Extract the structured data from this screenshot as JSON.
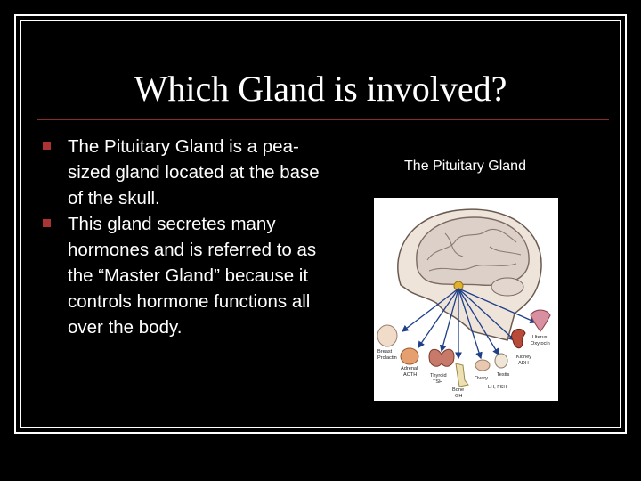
{
  "slide": {
    "title": "Which Gland is involved?",
    "bullets": [
      "The Pituitary Gland is a pea- sized gland located at the base of the skull.",
      "This gland secretes many hormones and is referred to as the “Master Gland” because it controls hormone functions all over the body."
    ],
    "figure": {
      "caption": "The Pituitary Gland",
      "labels": {
        "breast": [
          "Breast",
          "Prolactin"
        ],
        "adrenal": [
          "Adrenal",
          "ACTH"
        ],
        "thyroid": [
          "Thyroid",
          "TSH"
        ],
        "bone": [
          "Bone",
          "GH"
        ],
        "ovary": [
          "Ovary"
        ],
        "testis": [
          "Testis"
        ],
        "lh_fsh": [
          "LH, FSH"
        ],
        "kidney": [
          "Kidney",
          "ADH"
        ],
        "uterus": [
          "Uterus",
          "Oxytocin"
        ]
      }
    }
  },
  "colors": {
    "background": "#000000",
    "text": "#ffffff",
    "bullet": "#aa3333",
    "rule": "#8b2c2c",
    "arrow": "#1f3f8a",
    "pituitary": "#e0b030"
  }
}
